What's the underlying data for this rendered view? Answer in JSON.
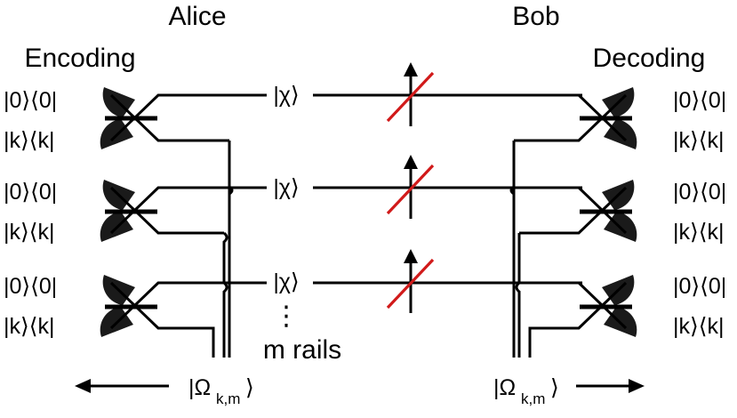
{
  "labels": {
    "alice": "Alice",
    "bob": "Bob",
    "encoding": "Encoding",
    "decoding": "Decoding",
    "rails": "m rails"
  },
  "states": {
    "vacuum": "|0⟩⟨0|",
    "k": "|k⟩⟨k|",
    "chi": "|χ⟩",
    "ket_open": "|Ω",
    "ket_sub": "k,m",
    "ket_close": "⟩",
    "dots": "⋮"
  }
}
